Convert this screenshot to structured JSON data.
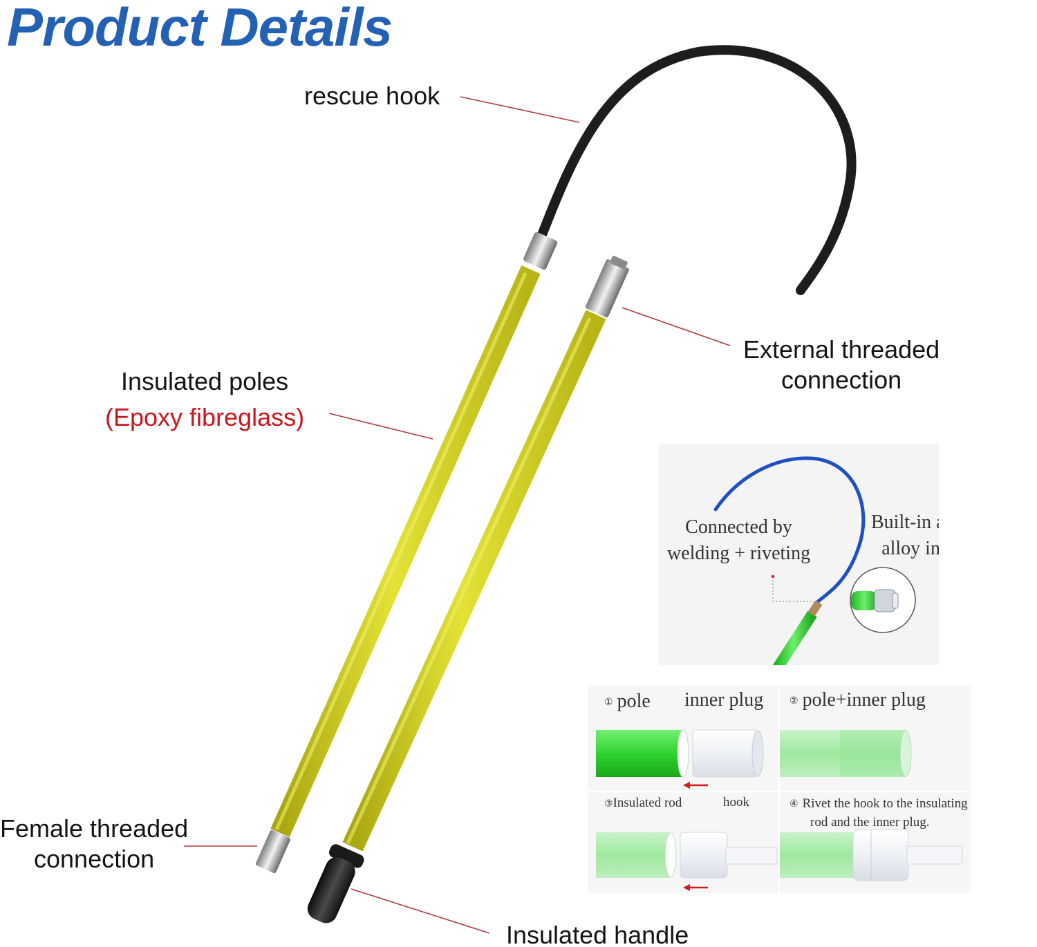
{
  "header": {
    "title": "Product Details"
  },
  "callouts": {
    "rescue_hook": "rescue hook",
    "external_threaded": {
      "line1": "External threaded",
      "line2": "connection"
    },
    "insulated_poles": {
      "line1": "Insulated poles",
      "line2": "(Epoxy fibreglass)"
    },
    "female_threaded": {
      "line1": "Female threaded",
      "line2": "connection"
    },
    "insulated_handle": "Insulated handle"
  },
  "detail_inset": {
    "connected": {
      "line1": "Connected by",
      "line2": "welding + riveting"
    },
    "builtin": {
      "line1": "Built-in aluminum",
      "line2": "alloy inner plug"
    }
  },
  "steps_inset": {
    "step1_num": "①",
    "step1_pole": "pole",
    "step1_plug": "inner plug",
    "step2_num": "②",
    "step2_label": "pole+inner plug",
    "step3_num": "③",
    "step3_rod": "Insulated rod",
    "step3_hook": "hook",
    "step4_num": "④",
    "step4_line1": "Rivet the hook to the insulating",
    "step4_line2": "rod and the inner plug."
  },
  "colors": {
    "title_blue": "#2361b5",
    "pole_yellow": "#d4d31a",
    "hook_black": "#1d1d1d",
    "red_text": "#c8161d",
    "leader_line": "#b03a3a",
    "inset_hook_blue": "#1f4fc4",
    "inset_pole_green": "#2fd42f",
    "arrow_red": "#d21c1c"
  },
  "icons": {
    "hook": "hook-icon",
    "pole": "pole-icon",
    "handle": "handle-icon",
    "plug": "plug-icon",
    "arrow": "arrow-left-icon"
  }
}
